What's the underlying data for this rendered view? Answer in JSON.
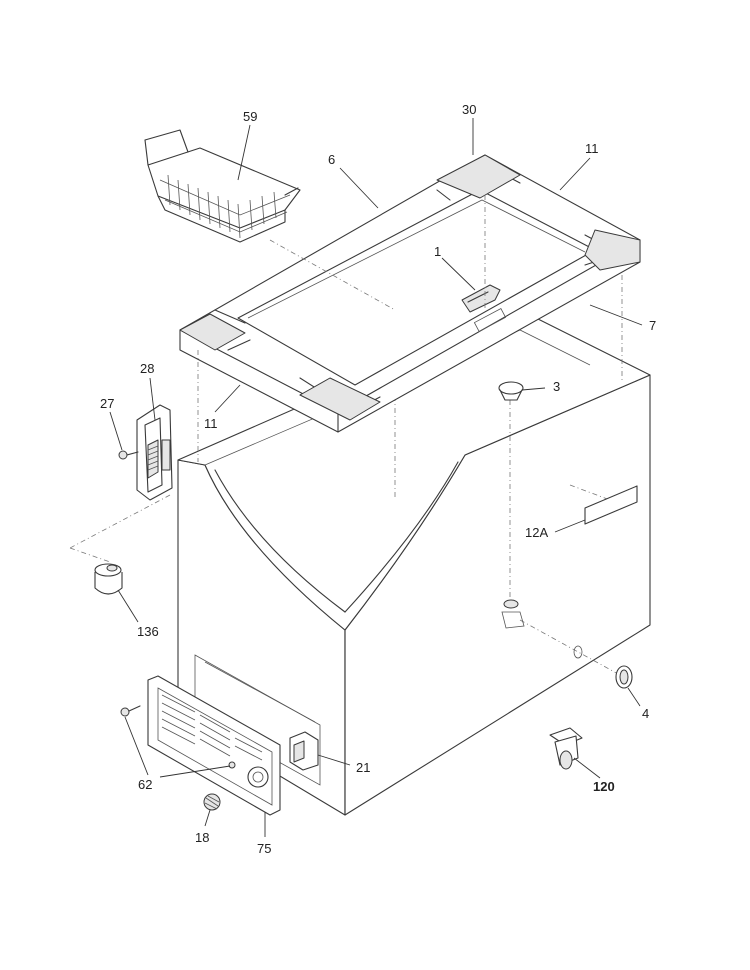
{
  "callouts": {
    "c59": "59",
    "c30": "30",
    "c6": "6",
    "c11_top": "11",
    "c1": "1",
    "c7": "7",
    "c3": "3",
    "c28": "28",
    "c27": "27",
    "c11_left": "11",
    "c12A": "12A",
    "c136": "136",
    "c4": "4",
    "c21": "21",
    "c62": "62",
    "c120": "120",
    "c18": "18",
    "c75": "75"
  }
}
